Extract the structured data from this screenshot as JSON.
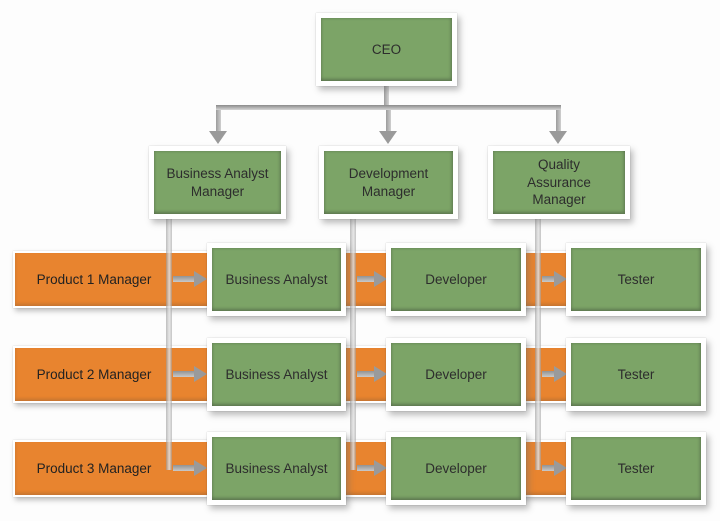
{
  "palette": {
    "box_green": "#7CA467",
    "bar_orange": "#E8842F",
    "connector_gray": "#9A9A9A",
    "text_dark": "#2D2D2D"
  },
  "org": {
    "ceo": {
      "label": "CEO"
    },
    "managers": [
      {
        "label": "Business Analyst\nManager"
      },
      {
        "label": "Development\nManager"
      },
      {
        "label": "Quality\nAssurance\nManager"
      }
    ],
    "product_rows": [
      {
        "product": "Product 1 Manager",
        "roles": [
          "Business Analyst",
          "Developer",
          "Tester"
        ]
      },
      {
        "product": "Product 2 Manager",
        "roles": [
          "Business Analyst",
          "Developer",
          "Tester"
        ]
      },
      {
        "product": "Product 3 Manager",
        "roles": [
          "Business Analyst",
          "Developer",
          "Tester"
        ]
      }
    ]
  }
}
